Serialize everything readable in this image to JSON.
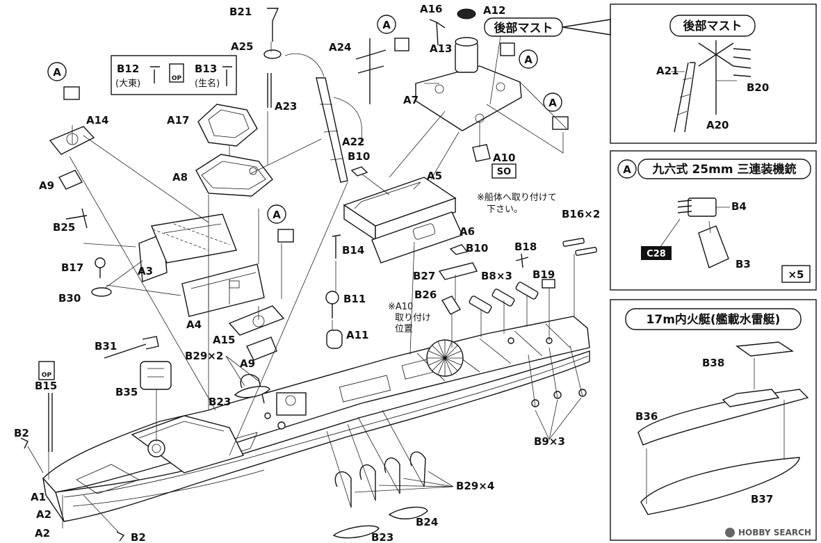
{
  "labels": {
    "A1": "A1",
    "A2a": "A2",
    "A2b": "A2",
    "A3": "A3",
    "A4": "A4",
    "A5": "A5",
    "A6": "A6",
    "A7": "A7",
    "A8": "A8",
    "A9a": "A9",
    "A9b": "A9",
    "A10": "A10",
    "A11": "A11",
    "A12": "A12",
    "A13": "A13",
    "A14": "A14",
    "A15": "A15",
    "A16": "A16",
    "A17": "A17",
    "A20": "A20",
    "A21": "A21",
    "A22": "A22",
    "A23": "A23",
    "A24": "A24",
    "A25": "A25",
    "B2a": "B2",
    "B2b": "B2",
    "B3": "B3",
    "B4": "B4",
    "B9": "B9×3",
    "B10a": "B10",
    "B10b": "B10",
    "B11": "B11",
    "B12": "B12",
    "B13": "B13",
    "B14": "B14",
    "B15": "B15",
    "B16": "B16×2",
    "B17": "B17",
    "B18": "B18",
    "B19": "B19",
    "B20": "B20",
    "B21": "B21",
    "B23a": "B23",
    "B23b": "B23",
    "B24": "B24",
    "B25": "B25",
    "B26": "B26",
    "B27": "B27",
    "B8": "B8×3",
    "B29a": "B29×2",
    "B29b": "B29×4",
    "B30": "B30",
    "B31": "B31",
    "B35": "B35",
    "B36": "B36",
    "B37": "B37",
    "B38": "B38",
    "C28": "C28"
  },
  "annotations": {
    "aft_mast_callout": "後部マスト",
    "b12_note": "(大東)",
    "b13_note": "(生名)",
    "a10_attach_note_1": "※船体へ取り付けて",
    "a10_attach_note_2": "下さい。",
    "a10_badge": "SO",
    "a10_pos_1": "※A10",
    "a10_pos_2": "取り付け",
    "a10_pos_3": "位置",
    "op_badge": "OP",
    "circle_a": "A"
  },
  "insets": {
    "aft_mast": {
      "title": "後部マスト"
    },
    "aa_gun": {
      "title": "九六式 25mm 三連装機銃",
      "circle": "A",
      "count": "×5"
    },
    "boat": {
      "title": "17m内火艇(艦載水雷艇)"
    }
  },
  "watermark": {
    "text": "HOBBY SEARCH"
  }
}
